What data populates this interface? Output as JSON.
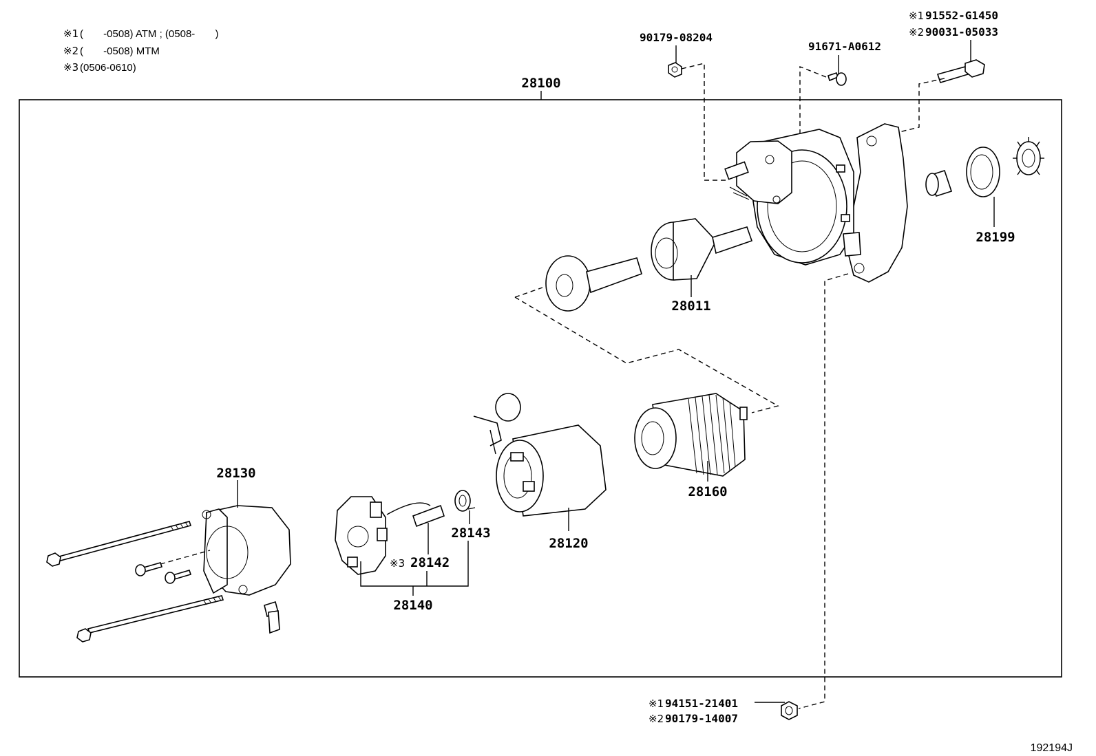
{
  "notes": [
    {
      "marker": "※1",
      "text": "(       -0508) ATM ; (0508-       )"
    },
    {
      "marker": "※2",
      "text": "(       -0508) MTM"
    },
    {
      "marker": "※3",
      "text": "(0506-0610)"
    }
  ],
  "assembly_label": "28100",
  "part_labels": {
    "bolt_top": "90179-08204",
    "screw_top": "91671-A0612",
    "bolt_right_m1_marker": "※1",
    "bolt_right_m1": "91552-G1450",
    "bolt_right_m2_marker": "※2",
    "bolt_right_m2": "90031-05033",
    "gear_set": "28199",
    "plunger": "28011",
    "clutch": "28160",
    "yoke": "28120",
    "end_frame": "28130",
    "brush_spring": "28143",
    "brush_marker": "※3",
    "brush": "28142",
    "brush_holder": "28140",
    "nut_m1_marker": "※1",
    "nut_m1": "94151-21401",
    "nut_m2_marker": "※2",
    "nut_m2": "90179-14007"
  },
  "figure_id": "192194J"
}
